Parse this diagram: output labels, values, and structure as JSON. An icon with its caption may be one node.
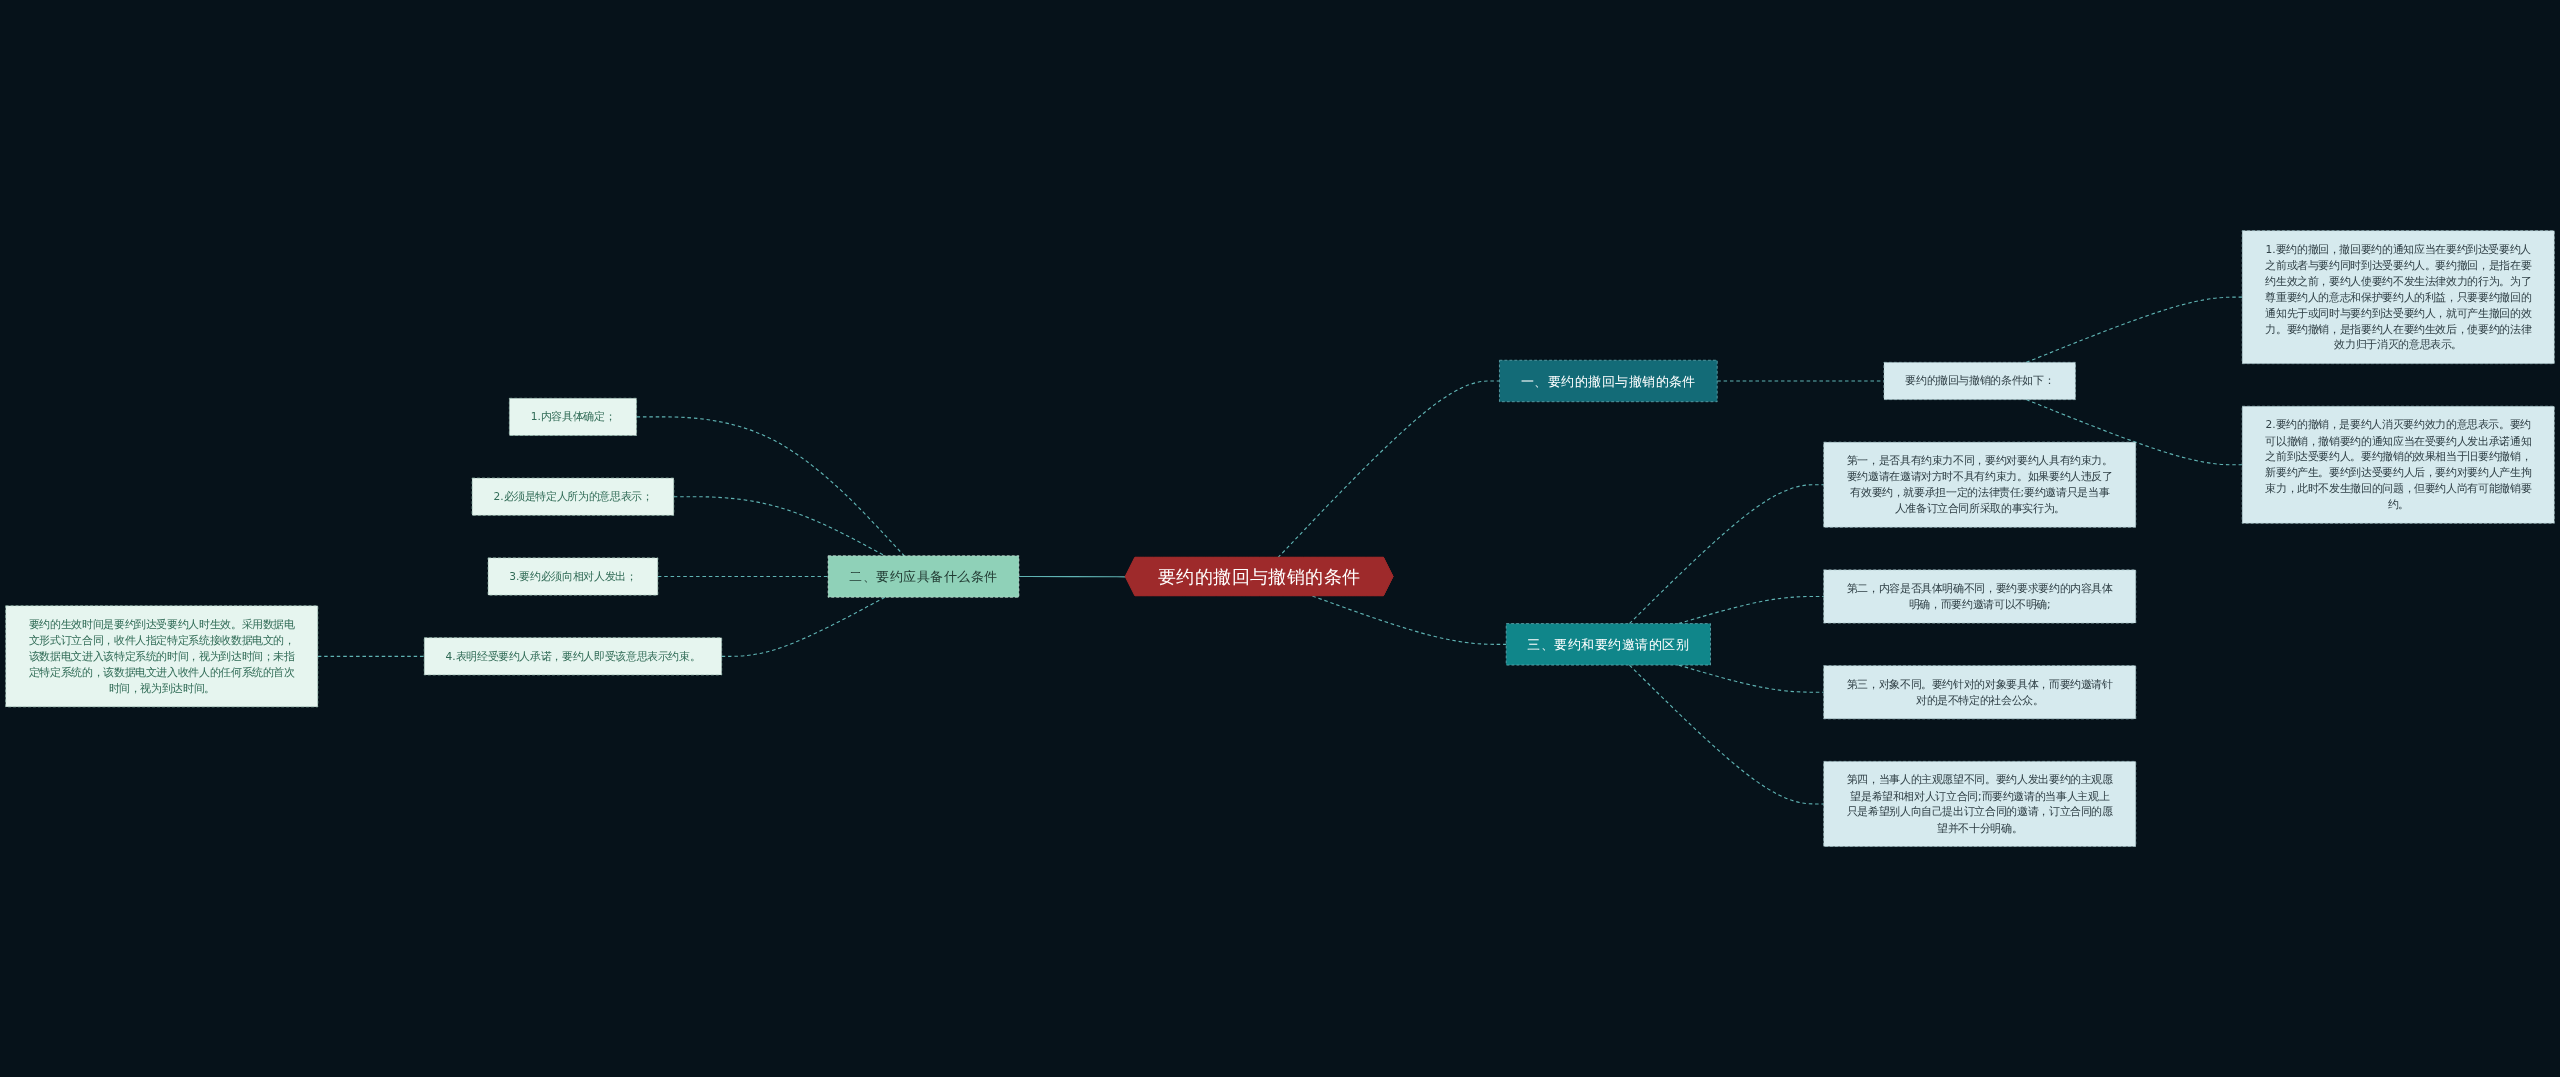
{
  "diagram": {
    "nodes": [
      {
        "text": [
          "要约的撤回与撤销的条件"
        ]
      },
      {
        "text": [
          "一、要约的撤回与撤销的条件"
        ]
      },
      {
        "text": [
          "要约的撤回与撤销的条件如下："
        ]
      },
      {
        "text": [
          "1.要约的撤回，撤回要约的通知应当在要约到达受要约人之前或者与要约同时到达受要约人。要约撤回，是指在要约生效之前，要约人使要约不发生法律效力的行为。为了尊重要约人的意志和保护要约人的利益，只要要约撤回的通知先于或同时与要约到达受要约人，就可产生撤回的效力。要约撤销，是指要约人在要约生效后，使要约的法律效力归于消灭的意思表示。"
        ]
      },
      {
        "text": [
          "2.要约的撤销，是要约人消灭要约效力的意思表示。要约可以撤销，撤销要约的通知应当在受要约人发出承诺通知之前到达受要约人。要约撤销的效果相当于旧要约撤销，新要约产生。要约到达受要约人后，要约对要约人产生拘束力，此时不发生撤回的问题，但要约人尚有可能撤销要约。"
        ]
      },
      {
        "text": [
          "二、要约应具备什么条件"
        ]
      },
      {
        "text": [
          "1.内容具体确定；"
        ]
      },
      {
        "text": [
          "2.必须是特定人所为的意思表示；"
        ]
      },
      {
        "text": [
          "3.要约必须向相对人发出；"
        ]
      },
      {
        "text": [
          "4.表明经受要约人承诺，要约人即受该意思表示约束。"
        ]
      },
      {
        "text": [
          "要约的生效时间是要约到达受要约人时生效。采用数据电文形式订立合同，收件人指定特定系统接收数据电文的，该数据电文进入该特定系统的时间，视为到达时间；未指定特定系统的，该数据电文进入收件人的任何系统的首次时间，视为到达时间。"
        ]
      },
      {
        "text": [
          "三、要约和要约邀请的区别"
        ]
      },
      {
        "text": [
          "第一，是否具有约束力不同，要约对要约人具有约束力。要约邀请在邀请对方时不具有约束力。如果要约人违反了有效要约，就要承担一定的法律责任;要约邀请只是当事人准备订立合同所采取的事实行为。"
        ]
      },
      {
        "text": [
          "第二，内容是否具体明确不同，要约要求要约的内容具体明确，而要约邀请可以不明确;"
        ]
      },
      {
        "text": [
          "第三，对象不同。要约针对的对象要具体，而要约邀请针对的是不特定的社会公众。"
        ]
      },
      {
        "text": [
          "第四，当事人的主观愿望不同。要约人发出要约的主观愿望是希望和相对人订立合同;而要约邀请的当事人主观上只是希望别人向自己提出订立合同的邀请，订立合同的愿望并不十分明确。"
        ]
      }
    ],
    "edges": [
      {
        "from": 0,
        "to": 1,
        "arrow": "none",
        "style": "dashed"
      },
      {
        "from": 1,
        "to": 2,
        "arrow": "none",
        "style": "dashed"
      },
      {
        "from": 2,
        "to": 3,
        "arrow": "none",
        "style": "dashed"
      },
      {
        "from": 2,
        "to": 4,
        "arrow": "none",
        "style": "dashed"
      },
      {
        "from": 0,
        "to": 5,
        "arrow": "none"
      },
      {
        "from": 5,
        "to": 6,
        "arrow": "none",
        "style": "dashed"
      },
      {
        "from": 5,
        "to": 7,
        "arrow": "none",
        "style": "dashed"
      },
      {
        "from": 5,
        "to": 8,
        "arrow": "none",
        "style": "dashed"
      },
      {
        "from": 5,
        "to": 9,
        "arrow": "none",
        "style": "dashed"
      },
      {
        "from": 9,
        "to": 10,
        "arrow": "none",
        "style": "dashed"
      },
      {
        "from": 0,
        "to": 11,
        "arrow": "none",
        "style": "dashed"
      },
      {
        "from": 11,
        "to": 12,
        "arrow": "none",
        "style": "dashed"
      },
      {
        "from": 11,
        "to": 13,
        "arrow": "none",
        "style": "dashed"
      },
      {
        "from": 11,
        "to": 14,
        "arrow": "none",
        "style": "dashed"
      },
      {
        "from": 11,
        "to": 15,
        "arrow": "none",
        "style": "dashed"
      }
    ]
  }
}
